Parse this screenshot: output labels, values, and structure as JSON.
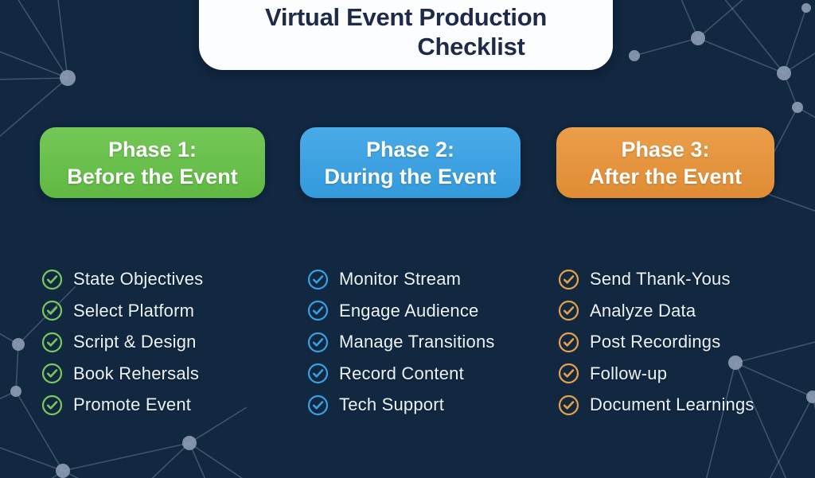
{
  "title": {
    "line1": "Virtual Event Production",
    "line2": "Checklist"
  },
  "phases": [
    {
      "badge_line1": "Phase 1:",
      "badge_line2": "Before the Event",
      "color": "#68be4b",
      "icon": "check-circle-icon",
      "icon_color": "#7ac65f",
      "items": [
        "State Objectives",
        "Select Platform",
        "Script & Design",
        "Book Rehersals",
        "Promote Event"
      ]
    },
    {
      "badge_line1": "Phase 2:",
      "badge_line2": "During the Event",
      "color": "#3ea2e5",
      "icon": "check-circle-icon",
      "icon_color": "#399ee2",
      "items": [
        "Monitor Stream",
        "Engage Audience",
        "Manage Transitions",
        "Record Content",
        "Tech Support"
      ]
    },
    {
      "badge_line1": "Phase 3:",
      "badge_line2": "After the Event",
      "color": "#e6953f",
      "icon": "check-circle-icon",
      "icon_color": "#e5a04c",
      "items": [
        "Send Thank-Yous",
        "Analyze Data",
        "Post Recordings",
        "Follow-up",
        "Document Learnings"
      ]
    }
  ],
  "colors": {
    "background": "#112840",
    "title_card": "#fcfdfe",
    "title_text": "#1f2a49",
    "item_text": "#edf2f8",
    "network": "#92a3bb"
  }
}
